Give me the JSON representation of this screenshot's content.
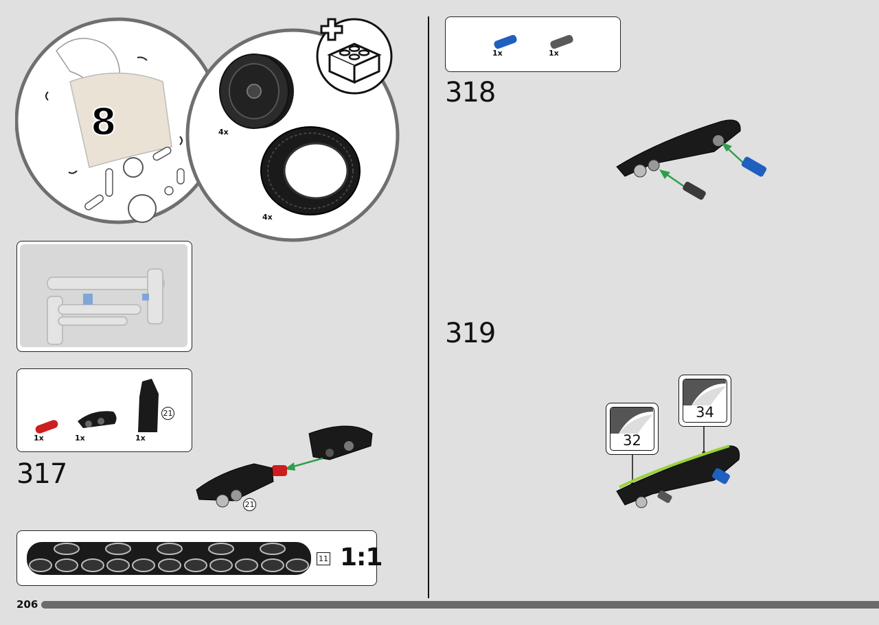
{
  "page": {
    "number": "206"
  },
  "bag_intro": {
    "bag_number": "8",
    "parts": [
      {
        "name": "wheel-rim",
        "qty": "4x"
      },
      {
        "name": "tire",
        "qty": "4x"
      }
    ],
    "icon": "new-brick-icon"
  },
  "steps": [
    {
      "number": "317",
      "parts": [
        {
          "name": "red-axle-pin",
          "qty": "1x",
          "color": "#cc1e1e"
        },
        {
          "name": "black-liftarm-curved",
          "qty": "1x",
          "color": "#1a1a1a"
        },
        {
          "name": "black-panel",
          "qty": "1x",
          "color": "#1a1a1a",
          "callout": "21"
        }
      ],
      "callout": "21"
    },
    {
      "number": "318",
      "parts": [
        {
          "name": "blue-pin",
          "qty": "1x",
          "color": "#1f5fbf"
        },
        {
          "name": "gray-pin",
          "qty": "1x",
          "color": "#5a5a5a"
        }
      ]
    },
    {
      "number": "319",
      "stickers": [
        "32",
        "34"
      ],
      "sticker_color": "#9bd13a"
    }
  ],
  "beam_ref": {
    "length": "11",
    "scale": "1:1"
  },
  "colors": {
    "background": "#e0e0e0",
    "arrow": "#2e9e4a",
    "dark": "#1a1a1a"
  }
}
